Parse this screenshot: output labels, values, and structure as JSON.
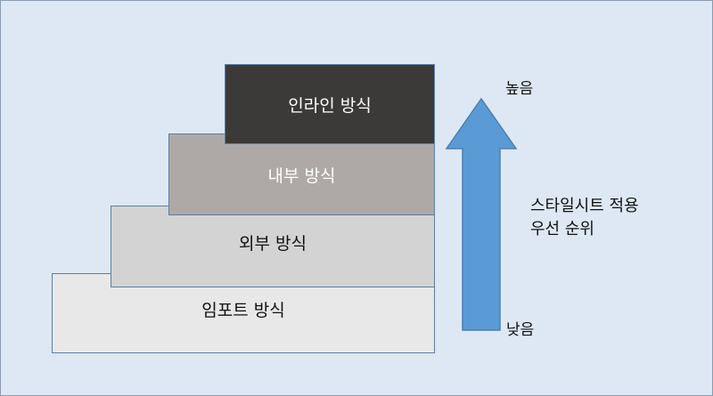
{
  "levels": [
    {
      "label": "인라인 방식"
    },
    {
      "label": "내부 방식"
    },
    {
      "label": "외부 방식"
    },
    {
      "label": "임포트 방식"
    }
  ],
  "arrow": {
    "high_label": "높음",
    "low_label": "낮음",
    "color": "#5b9bd5",
    "caption_line1": "스타일시트 적용",
    "caption_line2": "우선 순위"
  },
  "colors": {
    "background": "#dde8f4",
    "inline": "#3b3a38",
    "internal": "#aea9a6",
    "external": "#d4d3d3",
    "import": "#e8e8e8"
  }
}
